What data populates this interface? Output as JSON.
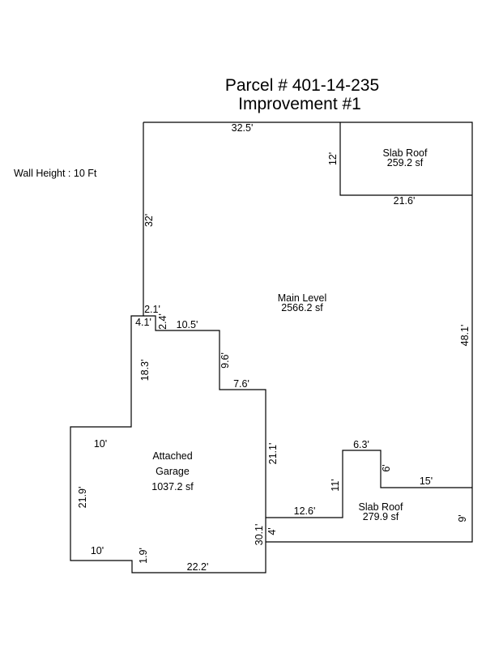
{
  "header": {
    "parcel": "Parcel # 401-14-235",
    "improvement": "Improvement #1"
  },
  "wall_height": "Wall Height : 10 Ft",
  "areas": {
    "main_level": {
      "name": "Main Level",
      "area": "2566.2 sf"
    },
    "slab_roof_top": {
      "name": "Slab Roof",
      "area": "259.2 sf"
    },
    "slab_roof_bottom": {
      "name": "Slab Roof",
      "area": "279.9 sf"
    },
    "garage": {
      "name_line1": "Attached",
      "name_line2": "Garage",
      "area": "1037.2 sf"
    }
  },
  "dimensions": {
    "top_main": "32.5'",
    "top_slab_side": "12'",
    "top_slab_bottom": "21.6'",
    "left_main": "32'",
    "right_main": "48.1'",
    "step_2_1": "2.1'",
    "step_4_1": "4.1'",
    "step_2_4": "2.4'",
    "step_10_5": "10.5'",
    "step_9_6": "9.6'",
    "step_7_6": "7.6'",
    "step_18_3": "18.3'",
    "garage_top": "10'",
    "garage_right": "21.1'",
    "garage_left": "21.9'",
    "garage_bottom_left": "10'",
    "garage_1_9": "1.9'",
    "garage_bottom": "22.2'",
    "right_30_1": "30.1'",
    "right_4": "4'",
    "bottom_12_6": "12.6'",
    "bottom_11": "11'",
    "bottom_6_3": "6.3'",
    "bottom_6": "6'",
    "bottom_15": "15'",
    "bottom_9": "9'"
  }
}
